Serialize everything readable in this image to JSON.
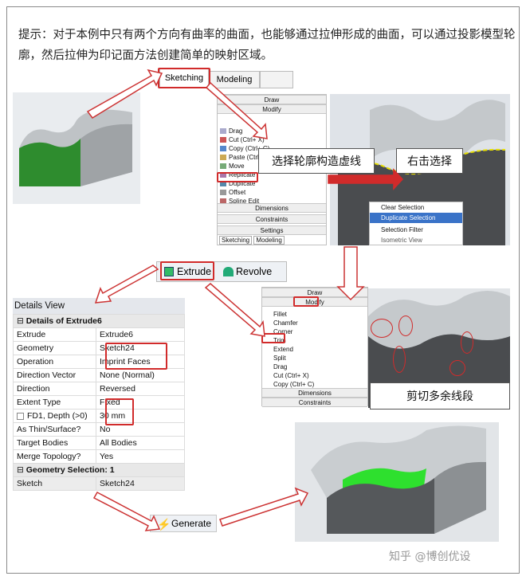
{
  "intro_text": "提示：对于本例中只有两个方向有曲率的曲面，也能够通过拉伸形成的曲面，可以通过投影模型轮廓，然后拉伸为印记面方法创建简单的映射区域。",
  "tabs": {
    "sketching": "Sketching",
    "modeling": "Modeling"
  },
  "draw_panel": {
    "draw_header": "Draw",
    "modify_header": "Modify",
    "items": [
      "Drag",
      "Cut (Ctrl+ X)",
      "Copy (Ctrl+ C)",
      "Paste (Ctrl",
      "Move",
      "Replicate",
      "Duplicate",
      "Offset",
      "Spline Edit"
    ],
    "footers": [
      "Dimensions",
      "Constraints",
      "Settings"
    ],
    "bottom_tabs": [
      "Sketching",
      "Modeling"
    ]
  },
  "callouts": {
    "select_profile": "选择轮廓构造虚线",
    "right_click": "右击选择",
    "trim_extra": "剪切多余线段"
  },
  "context_menu": [
    "Clear Selection",
    "Duplicate Selection",
    "Selection Filter",
    "Isometric View"
  ],
  "toolbar": {
    "extrude": "Extrude",
    "revolve": "Revolve"
  },
  "modify_panel": {
    "draw_header": "Draw",
    "modify_header": "Modify",
    "items": [
      "Fillet",
      "Chamfer",
      "Corner",
      "Trim",
      "Extend",
      "Split",
      "Drag",
      "Cut (Ctrl+ X)",
      "Copy (Ctrl+ C)"
    ],
    "footers": [
      "Dimensions",
      "Constraints"
    ]
  },
  "details_view": {
    "title": "Details View",
    "section1": "Details of Extrude6",
    "rows": [
      [
        "Extrude",
        "Extrude6"
      ],
      [
        "Geometry",
        "Sketch24"
      ],
      [
        "Operation",
        "Imprint Faces"
      ],
      [
        "Direction Vector",
        "None (Normal)"
      ],
      [
        "Direction",
        "Reversed"
      ],
      [
        "Extent Type",
        "Fixed"
      ],
      [
        "FD1,  Depth (>0)",
        "30 mm"
      ],
      [
        "As Thin/Surface?",
        "No"
      ],
      [
        "Target Bodies",
        "All Bodies"
      ],
      [
        "Merge Topology?",
        "Yes"
      ]
    ],
    "section2": "Geometry Selection: 1",
    "sketch_row": [
      "Sketch",
      "Sketch24"
    ]
  },
  "generate_button": "Generate",
  "watermark": "知乎 @博创优设"
}
